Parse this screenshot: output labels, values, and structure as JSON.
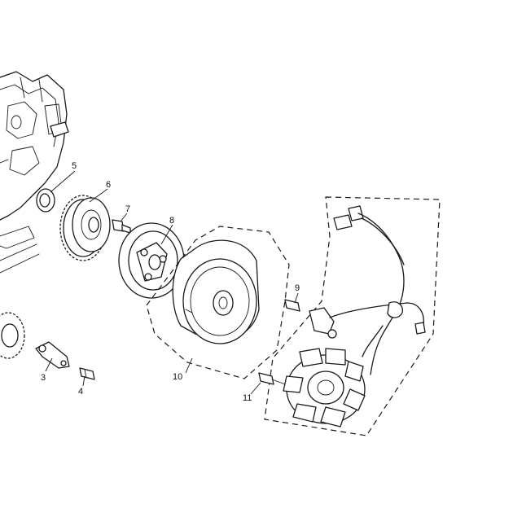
{
  "callouts": [
    {
      "id": "c3",
      "text": "3"
    },
    {
      "id": "c4",
      "text": "4"
    },
    {
      "id": "c5",
      "text": "5"
    },
    {
      "id": "c6",
      "text": "6"
    },
    {
      "id": "c7",
      "text": "7"
    },
    {
      "id": "c8",
      "text": "8"
    },
    {
      "id": "c9",
      "text": "9"
    },
    {
      "id": "c10",
      "text": "10"
    },
    {
      "id": "c11",
      "text": "11"
    }
  ],
  "colors": {
    "line": "#1a1a1a",
    "background": "#ffffff"
  }
}
